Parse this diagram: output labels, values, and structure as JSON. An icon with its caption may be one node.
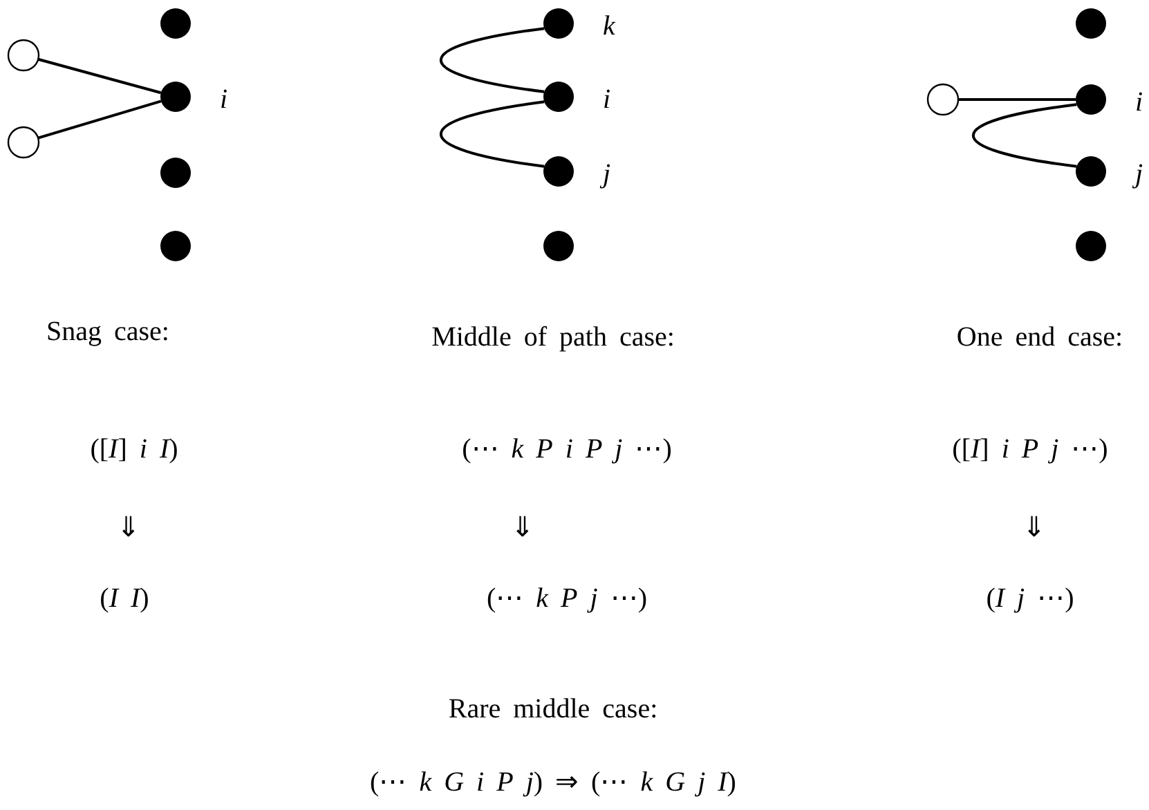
{
  "diagram": {
    "nodes": [
      {
        "text": [],
        "shape": "circle"
      },
      {
        "text": [],
        "shape": "circle",
        "beside": [
          "i"
        ]
      },
      {
        "text": [],
        "shape": "circle"
      },
      {
        "text": [],
        "shape": "circle"
      },
      {
        "text": [],
        "shape": "circle"
      },
      {
        "text": [],
        "shape": "circle"
      },
      {
        "text": [],
        "shape": "circle",
        "beside": [
          "k"
        ]
      },
      {
        "text": [],
        "shape": "circle",
        "beside": [
          "i"
        ]
      },
      {
        "text": [],
        "shape": "circle",
        "beside": [
          "j"
        ]
      },
      {
        "text": [],
        "shape": "circle"
      },
      {
        "text": [],
        "shape": "circle"
      },
      {
        "text": [],
        "shape": "circle",
        "beside": [
          "i"
        ]
      },
      {
        "text": [],
        "shape": "circle",
        "beside": [
          "j"
        ]
      },
      {
        "text": [],
        "shape": "circle"
      },
      {
        "text": [],
        "shape": "circle"
      }
    ],
    "edges": [
      {
        "from": 4,
        "to": 1,
        "arrow": "none"
      },
      {
        "from": 5,
        "to": 1,
        "arrow": "none"
      },
      {
        "from": 6,
        "to": 7,
        "arrow": "none"
      },
      {
        "from": 7,
        "to": 8,
        "arrow": "none"
      },
      {
        "from": 14,
        "to": 11,
        "arrow": "none"
      },
      {
        "from": 11,
        "to": 12,
        "arrow": "none"
      }
    ],
    "labels": [
      "Snag case:",
      "Middle of path case:",
      "One end case:",
      "([*I*] *i* *I*)",
      "(⋯ *k* *P* *i* *P* *j* ⋯)",
      "([*I*] *i* *P* *j* ⋯)",
      "⇓",
      "⇓",
      "⇓",
      "(*I* *I*)",
      "(⋯ *k* *P* *j* ⋯)",
      "(*I* *j* ⋯)",
      "Rare middle case:",
      "(⋯ *k* *G* *i* *P* *j*) ⇒ (⋯ *k* *G* *j* *I*)"
    ]
  }
}
